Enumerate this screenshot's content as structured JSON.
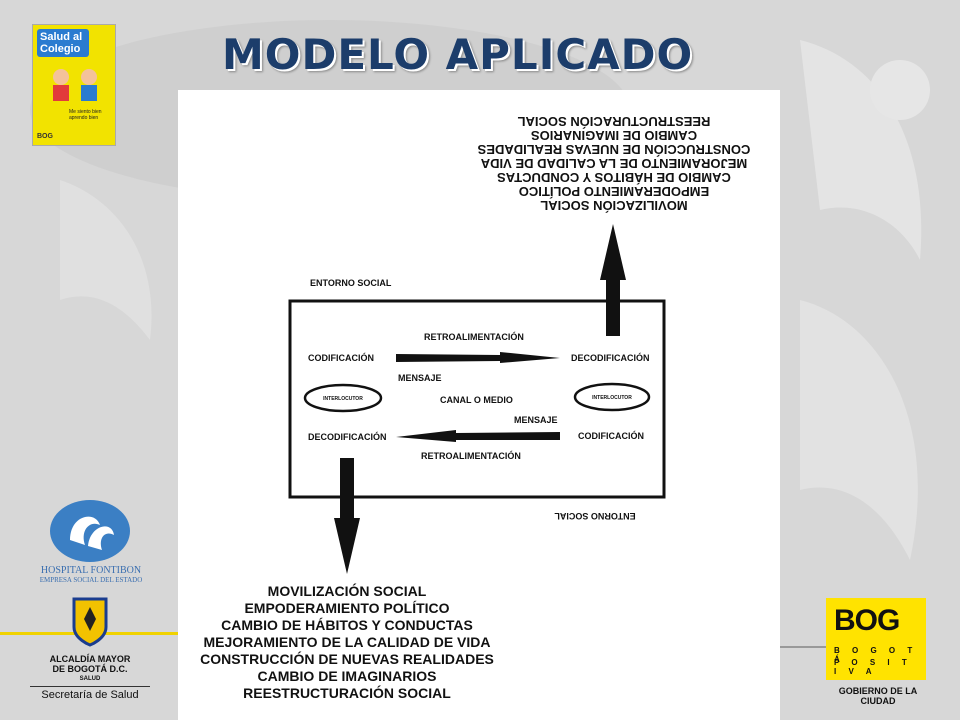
{
  "slide": {
    "title": "MODELO APLICADO",
    "colors": {
      "title": "#1c3d6b",
      "background": "#d7d7d7",
      "panel": "#ffffff",
      "bog_yellow": "#ffe300",
      "hospital_blue": "#3b7fc4"
    }
  },
  "logos": {
    "school": {
      "name_line1": "Salud al",
      "name_line2": "Colegio",
      "slogan": "Me siento bien aprendo bien",
      "mark": "BOG"
    },
    "hospital": {
      "name": "HOSPITAL FONTIBON",
      "subtitle": "EMPRESA SOCIAL DEL ESTADO"
    },
    "alcaldia": {
      "line1": "ALCALDÍA MAYOR",
      "line2": "DE BOGOTÁ D.C.",
      "salud": "SALUD",
      "secretaria": "Secretaría de Salud"
    },
    "bog": {
      "mark": "BOG",
      "line1": "B O G O T Á",
      "line2": "P O S I T I V A",
      "gobierno": "GOBIERNO DE LA CIUDAD"
    }
  },
  "diagram": {
    "entorno_label": "ENTORNO SOCIAL",
    "entorno_label_rotated": "ENTORNO SOCIAL",
    "retro_top": "RETROALIMENTACIÓN",
    "retro_bottom": "RETROALIMENTACIÓN",
    "cod_left": "CODIFICACIÓN",
    "decod_right": "DECODIFICACIÓN",
    "mensaje_left": "MENSAJE",
    "mensaje_right": "MENSAJE",
    "canal": "CANAL O MEDIO",
    "interlocutor_left": "INTERLOCUTOR",
    "interlocutor_right": "INTERLOCUTOR",
    "decod_left": "DECODIFICACIÓN",
    "cod_right": "CODIFICACIÓN",
    "results": [
      "MOVILIZACIÓN SOCIAL",
      "EMPODERAMIENTO POLÍTICO",
      "CAMBIO DE HÁBITOS Y CONDUCTAS",
      "MEJORAMIENTO DE LA CALIDAD DE VIDA",
      "CONSTRUCCIÓN DE NUEVAS REALIDADES",
      "CAMBIO DE IMAGINARIOS",
      "REESTRUCTURACIÓN SOCIAL"
    ],
    "results_rotated": [
      "MOVILIZACIÓN SOCIAL",
      "EMPODERAMIENTO POLÍTICO",
      "CAMBIO DE HÁBITOS Y CONDUCTAS",
      "MEJORAMIENTO DE LA CALIDAD DE VIDA",
      "CONSTRUCCIÓN DE NUEVAS REALIDADES",
      "CAMBIO DE IMAGINARIOS",
      "REESTRUCTURACIÓN SOCIAL"
    ]
  }
}
